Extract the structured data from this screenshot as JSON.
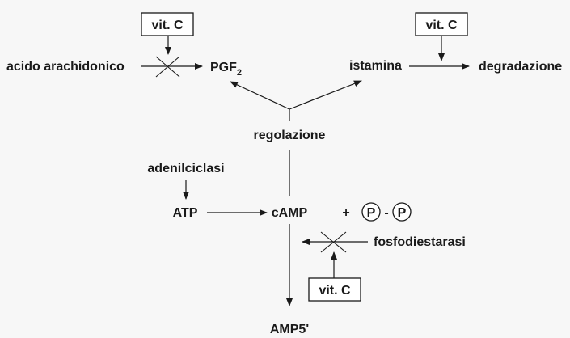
{
  "labels": {
    "vitc_top_left": "vit. C",
    "vitc_top_right": "vit. C",
    "vitc_bottom": "vit. C",
    "acido": "acido arachidonico",
    "pgf_base": "PGF",
    "pgf_sub": "2",
    "istamina": "istamina",
    "degradazione": "degradazione",
    "regolazione": "regolazione",
    "adenilciclasi": "adenilciclasi",
    "atp": "ATP",
    "camp": "cAMP",
    "plus": "+",
    "p1": "P",
    "dash": "-",
    "p2": "P",
    "fosfodiestarasi": "fosfodiestarasi",
    "amp5": "AMP5'"
  }
}
